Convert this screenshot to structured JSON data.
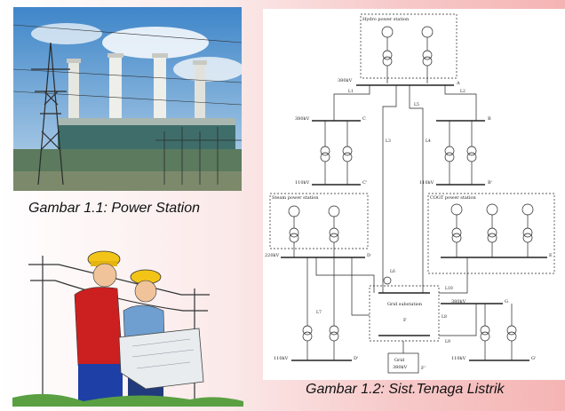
{
  "captions": {
    "power_station": "Gambar 1.1: Power Station",
    "system": "Gambar 1.2: Sist.Tenaga Listrik"
  },
  "diagram": {
    "hydro_station": "Hydro power station",
    "steam_station": "Steam power station",
    "cogt_station": "COGT power station",
    "grid_substation": "Grid substation",
    "grid_label": "Grid",
    "grid_voltage": "380kV",
    "grid_node": "F'",
    "node_A": "A",
    "node_B": "B",
    "node_C": "C",
    "node_D": "D",
    "node_E": "E",
    "node_F": "F",
    "node_G": "G",
    "node_Bp": "B'",
    "node_Cp": "C'",
    "node_Dp": "D'",
    "node_Gp": "G'",
    "v_380_a": "380kV",
    "v_380_c": "380kV",
    "v_110_c": "110kV",
    "v_110_b": "110kV",
    "v_220_d": "220kV",
    "v_110_d": "110kV",
    "v_380_g": "380kV",
    "v_110_g": "110kV",
    "line_L1": "L1",
    "line_L2": "L2",
    "line_L3": "L3",
    "line_L4": "L4",
    "line_L5": "L5",
    "line_L6": "L6",
    "line_L7": "L7",
    "line_L8": "L8",
    "line_L9": "L9",
    "line_L10": "L10"
  }
}
